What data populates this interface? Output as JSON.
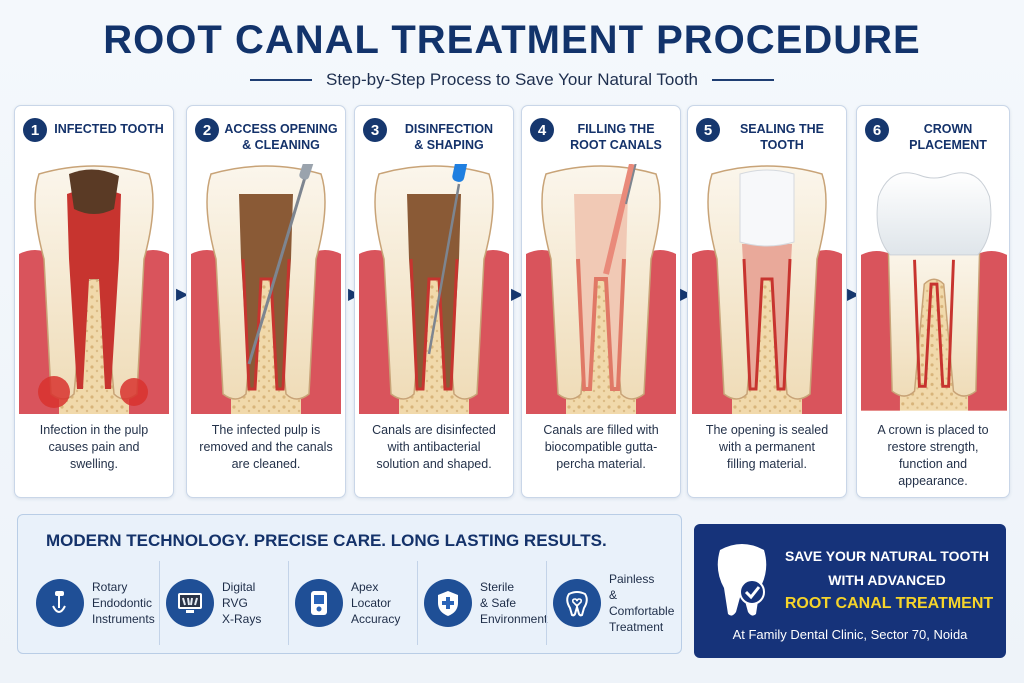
{
  "header": {
    "title": "ROOT CANAL TREATMENT PROCEDURE",
    "subtitle": "Step-by-Step Process to Save Your Natural Tooth"
  },
  "steps": [
    {
      "number": "1",
      "title_line1": "INFECTED TOOTH",
      "title_line2": "",
      "desc_line1": "Infection in the pulp",
      "desc_line2": "causes pain and",
      "desc_line3": "swelling.",
      "desc_line4": ""
    },
    {
      "number": "2",
      "title_line1": "ACCESS OPENING",
      "title_line2": "& CLEANING",
      "desc_line1": "The infected pulp is",
      "desc_line2": "removed and the canals",
      "desc_line3": "are cleaned.",
      "desc_line4": ""
    },
    {
      "number": "3",
      "title_line1": "DISINFECTION",
      "title_line2": "& SHAPING",
      "desc_line1": "Canals are disinfected",
      "desc_line2": "with antibacterial",
      "desc_line3": "solution and shaped.",
      "desc_line4": ""
    },
    {
      "number": "4",
      "title_line1": "FILLING THE",
      "title_line2": "ROOT CANALS",
      "desc_line1": "Canals are filled with",
      "desc_line2": "biocompatible gutta-",
      "desc_line3": "percha material.",
      "desc_line4": ""
    },
    {
      "number": "5",
      "title_line1": "SEALING THE",
      "title_line2": "TOOTH",
      "desc_line1": "The opening is sealed",
      "desc_line2": "with a permanent",
      "desc_line3": "filling material.",
      "desc_line4": ""
    },
    {
      "number": "6",
      "title_line1": "CROWN",
      "title_line2": "PLACEMENT",
      "desc_line1": "A crown is placed to",
      "desc_line2": "restore strength,",
      "desc_line3": "function and",
      "desc_line4": "appearance."
    }
  ],
  "tech": {
    "title": "MODERN TECHNOLOGY. PRECISE CARE. LONG LASTING RESULTS.",
    "items": [
      {
        "icon": "rotary-instrument-icon",
        "l1": "Rotary",
        "l2": "Endodontic",
        "l3": "Instruments"
      },
      {
        "icon": "xray-monitor-icon",
        "l1": "Digital",
        "l2": "RVG",
        "l3": "X-Rays"
      },
      {
        "icon": "apex-locator-icon",
        "l1": "Apex",
        "l2": "Locator",
        "l3": "Accuracy"
      },
      {
        "icon": "shield-cross-icon",
        "l1": "Sterile",
        "l2": "& Safe",
        "l3": "Environment"
      },
      {
        "icon": "tooth-heart-icon",
        "l1": "Painless",
        "l2": "& Comfortable",
        "l3": "Treatment"
      }
    ]
  },
  "cta": {
    "line1": "SAVE YOUR NATURAL TOOTH",
    "line2": "WITH ADVANCED",
    "line3": "ROOT CANAL TREATMENT",
    "location": "At Family Dental Clinic, Sector 70, Noida"
  },
  "colors": {
    "navy": "#16376e",
    "gum": "#d9545c",
    "bone": "#f2ddb4",
    "pulp": "#c7342f",
    "accent_yellow": "#f6d42a"
  }
}
